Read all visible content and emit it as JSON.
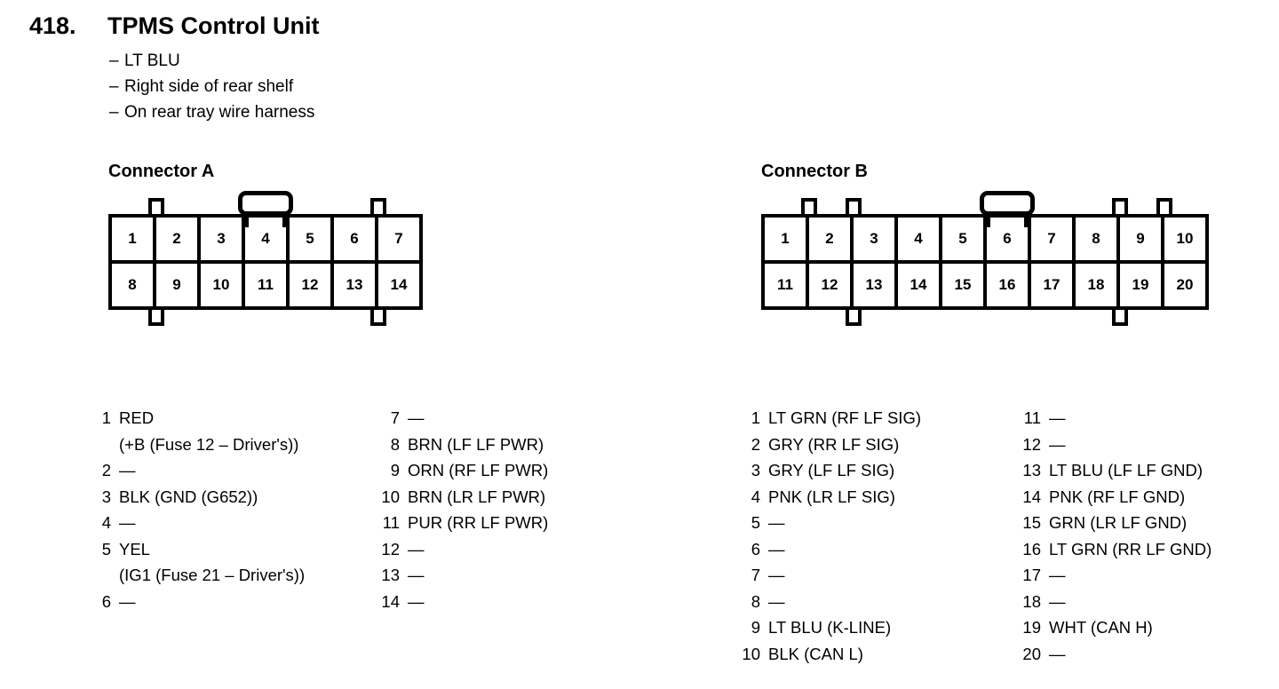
{
  "header": {
    "number": "418.",
    "title": "TPMS Control Unit",
    "bullets": [
      "LT BLU",
      "Right side of rear shelf",
      "On rear tray wire harness"
    ],
    "bullet_dash": "–"
  },
  "connector_a": {
    "heading": "Connector A",
    "housing": {
      "columns": 7,
      "top_row_pins": [
        "1",
        "2",
        "3",
        "4",
        "5",
        "6",
        "7"
      ],
      "bottom_row_pins": [
        "8",
        "9",
        "10",
        "11",
        "12",
        "13",
        "14"
      ],
      "top_tab_boundaries": [
        1,
        6
      ],
      "bottom_tab_boundaries": [
        1,
        6
      ],
      "latch_cell_index": 3
    },
    "pins_left": [
      {
        "num": "1",
        "desc": "RED",
        "cont": "(+B (Fuse 12 – Driver's))"
      },
      {
        "num": "2",
        "desc": "—"
      },
      {
        "num": "3",
        "desc": "BLK (GND (G652))"
      },
      {
        "num": "4",
        "desc": "—"
      },
      {
        "num": "5",
        "desc": "YEL",
        "cont": "(IG1 (Fuse 21 – Driver's))"
      },
      {
        "num": "6",
        "desc": "—"
      }
    ],
    "pins_right": [
      {
        "num": "7",
        "desc": "—"
      },
      {
        "num": "8",
        "desc": "BRN (LF LF PWR)"
      },
      {
        "num": "9",
        "desc": "ORN (RF LF PWR)"
      },
      {
        "num": "10",
        "desc": "BRN (LR LF PWR)"
      },
      {
        "num": "11",
        "desc": "PUR (RR LF PWR)"
      },
      {
        "num": "12",
        "desc": "—"
      },
      {
        "num": "13",
        "desc": "—"
      },
      {
        "num": "14",
        "desc": "—"
      }
    ]
  },
  "connector_b": {
    "heading": "Connector B",
    "housing": {
      "columns": 10,
      "top_row_pins": [
        "1",
        "2",
        "3",
        "4",
        "5",
        "6",
        "7",
        "8",
        "9",
        "10"
      ],
      "bottom_row_pins": [
        "11",
        "12",
        "13",
        "14",
        "15",
        "16",
        "17",
        "18",
        "19",
        "20"
      ],
      "top_tab_boundaries": [
        1,
        2,
        8,
        9
      ],
      "bottom_tab_boundaries": [
        2,
        8
      ],
      "latch_cell_index": 5
    },
    "pins_left": [
      {
        "num": "1",
        "desc": "LT GRN (RF LF SIG)"
      },
      {
        "num": "2",
        "desc": "GRY (RR LF SIG)"
      },
      {
        "num": "3",
        "desc": "GRY (LF LF SIG)"
      },
      {
        "num": "4",
        "desc": "PNK (LR LF SIG)"
      },
      {
        "num": "5",
        "desc": "—"
      },
      {
        "num": "6",
        "desc": "—"
      },
      {
        "num": "7",
        "desc": "—"
      },
      {
        "num": "8",
        "desc": "—"
      },
      {
        "num": "9",
        "desc": "LT BLU (K-LINE)"
      },
      {
        "num": "10",
        "desc": "BLK (CAN L)"
      }
    ],
    "pins_right": [
      {
        "num": "11",
        "desc": "—"
      },
      {
        "num": "12",
        "desc": "—"
      },
      {
        "num": "13",
        "desc": "LT BLU (LF LF GND)"
      },
      {
        "num": "14",
        "desc": "PNK (RF LF GND)"
      },
      {
        "num": "15",
        "desc": "GRN (LR LF GND)"
      },
      {
        "num": "16",
        "desc": "LT GRN (RR LF GND)"
      },
      {
        "num": "17",
        "desc": "—"
      },
      {
        "num": "18",
        "desc": "—"
      },
      {
        "num": "19",
        "desc": "WHT (CAN H)"
      },
      {
        "num": "20",
        "desc": "—"
      }
    ]
  },
  "colors": {
    "ink": "#000000",
    "page": "#ffffff"
  }
}
